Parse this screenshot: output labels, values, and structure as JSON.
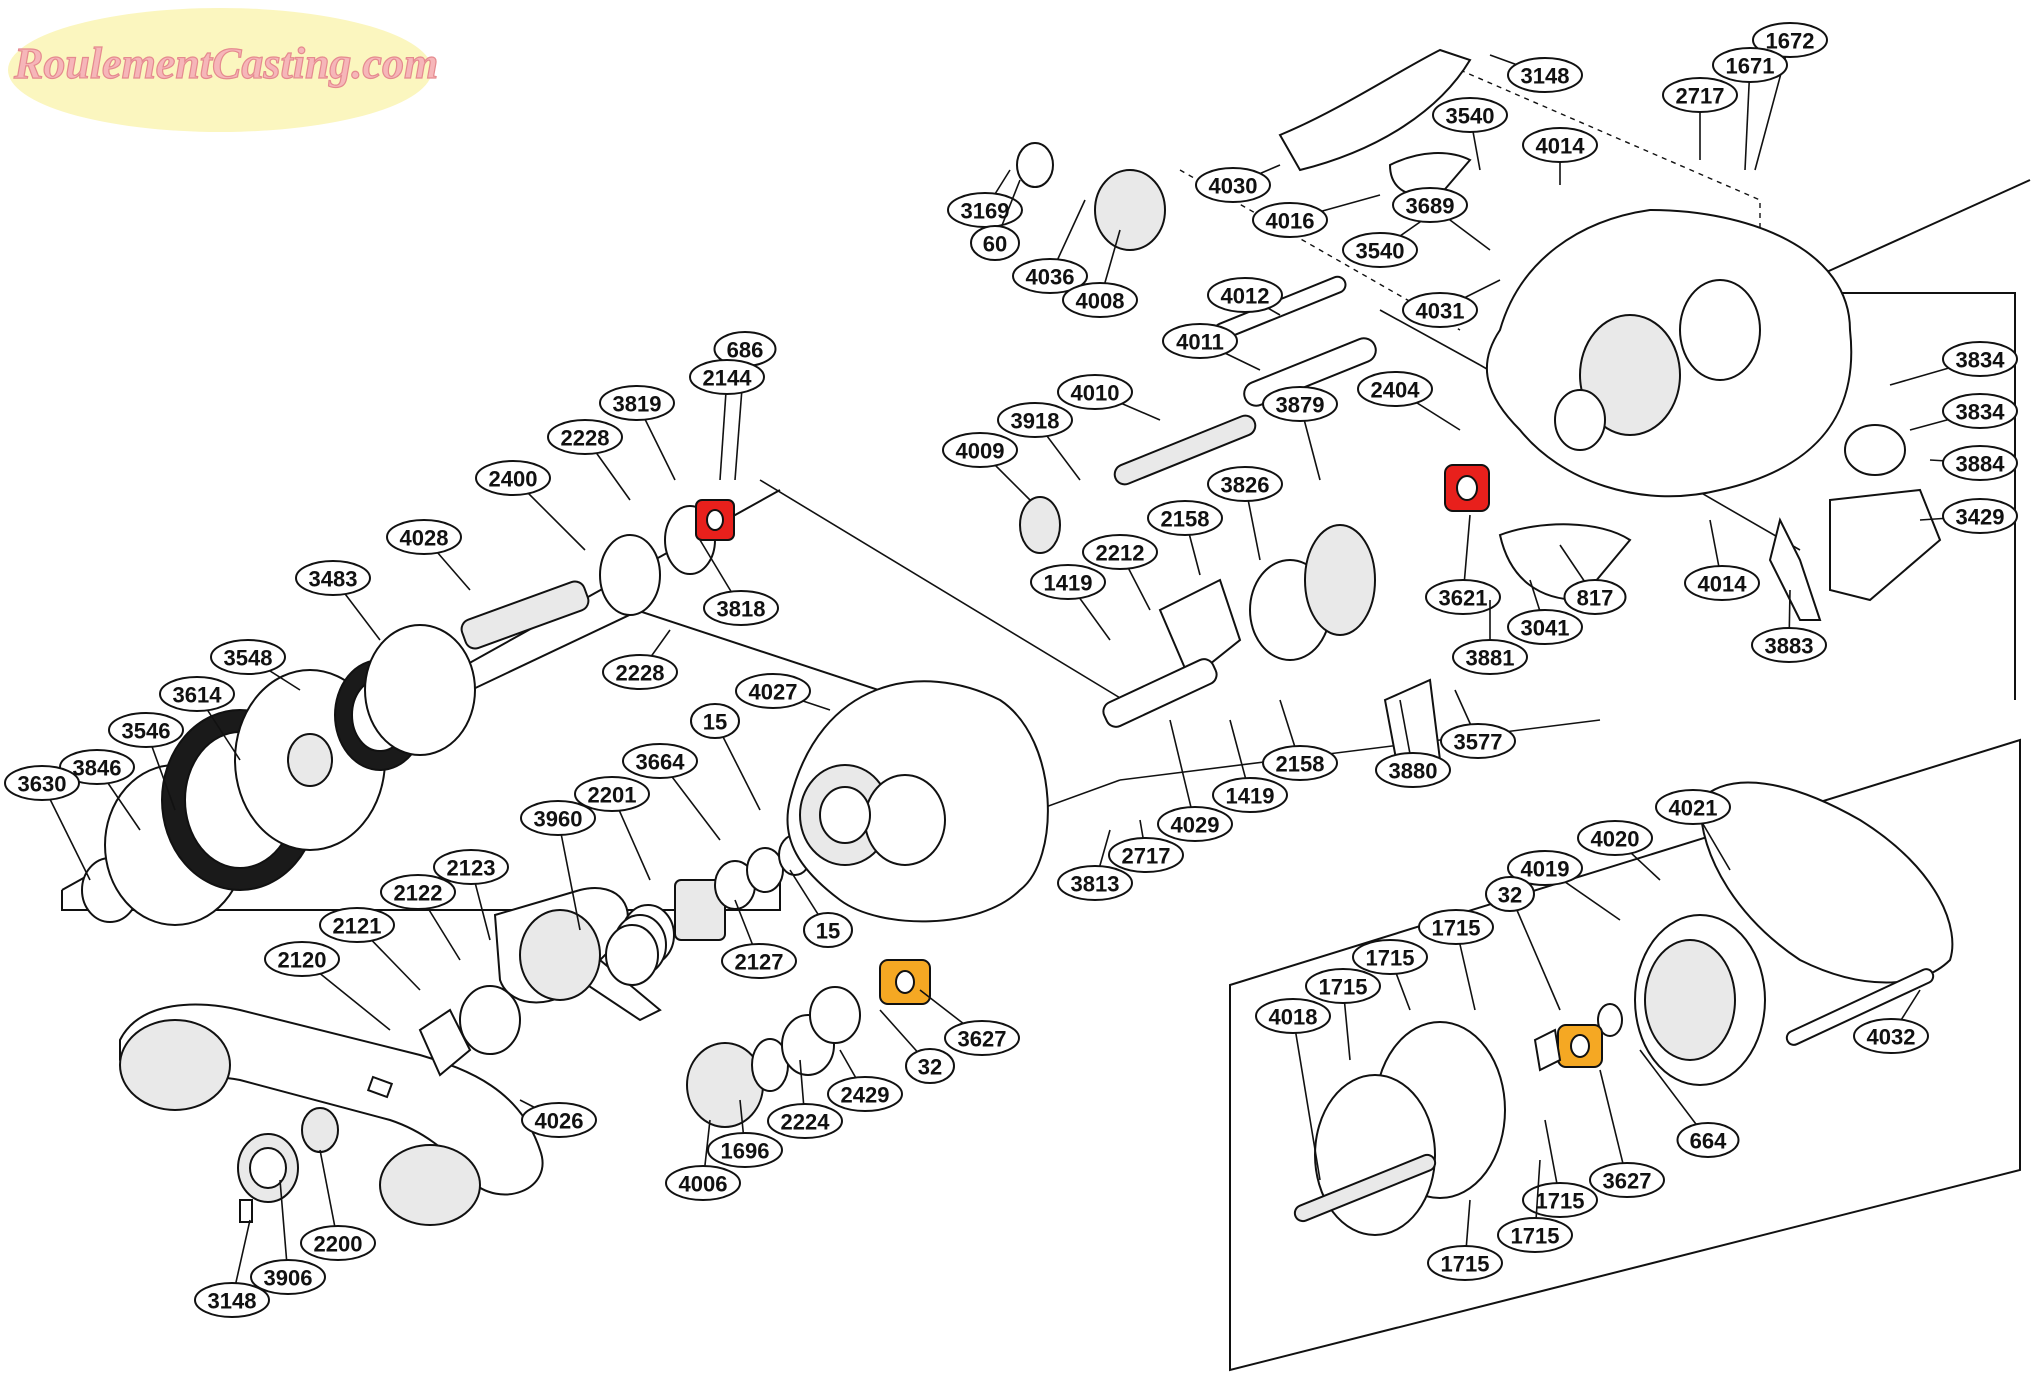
{
  "logo": {
    "text": "RoulementCasting.com",
    "bg_color": "#fbf6bf",
    "text_color": "#f6b6b9"
  },
  "colors": {
    "bearing_red": "#e8201c",
    "bearing_orange": "#f5a823",
    "line": "#111111"
  },
  "callouts": [
    "3148",
    "1672",
    "1671",
    "2717",
    "3540",
    "4014",
    "4030",
    "4016",
    "3540",
    "3689",
    "4031",
    "3169",
    "60",
    "4036",
    "4008",
    "4012",
    "4011",
    "2404",
    "3834",
    "3834",
    "3884",
    "3429",
    "4010",
    "3918",
    "4009",
    "3879",
    "3826",
    "2158",
    "2212",
    "1419",
    "3621",
    "817",
    "3041",
    "3881",
    "4014",
    "3883",
    "3880",
    "3577",
    "2158",
    "1419",
    "4029",
    "3813",
    "2717",
    "686",
    "2144",
    "3819",
    "2228",
    "2400",
    "4028",
    "3483",
    "3818",
    "2228",
    "3548",
    "3614",
    "3546",
    "3846",
    "3630",
    "4027",
    "15",
    "3664",
    "2201",
    "3960",
    "15",
    "2127",
    "2123",
    "2122",
    "2121",
    "2120",
    "3627",
    "32",
    "2429",
    "2224",
    "1696",
    "4006",
    "4026",
    "2200",
    "3906",
    "3148",
    "4021",
    "4020",
    "4019",
    "32",
    "1715",
    "1715",
    "1715",
    "4018",
    "664",
    "3627",
    "1715",
    "1715",
    "1715",
    "4032"
  ]
}
